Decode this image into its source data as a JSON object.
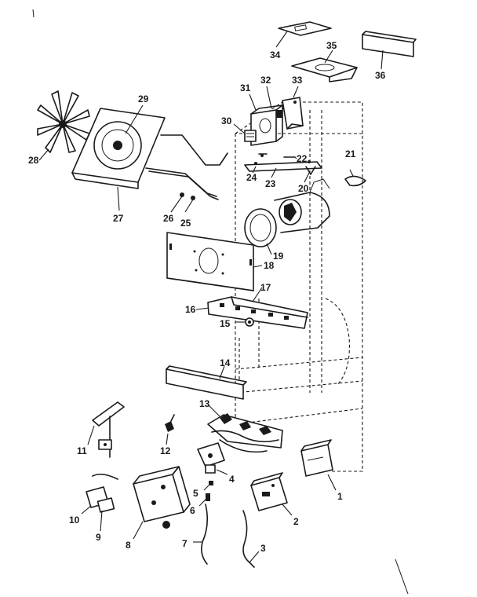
{
  "callouts": [
    {
      "id": "c1",
      "text": "1"
    },
    {
      "id": "c2",
      "text": "2"
    },
    {
      "id": "c3",
      "text": "3"
    },
    {
      "id": "c4",
      "text": "4"
    },
    {
      "id": "c5",
      "text": "5"
    },
    {
      "id": "c6",
      "text": "6"
    },
    {
      "id": "c7",
      "text": "7"
    },
    {
      "id": "c8",
      "text": "8"
    },
    {
      "id": "c9",
      "text": "9"
    },
    {
      "id": "c10",
      "text": "10"
    },
    {
      "id": "c11",
      "text": "11"
    },
    {
      "id": "c12",
      "text": "12"
    },
    {
      "id": "c13",
      "text": "13"
    },
    {
      "id": "c14",
      "text": "14"
    },
    {
      "id": "c15",
      "text": "15"
    },
    {
      "id": "c16",
      "text": "16"
    },
    {
      "id": "c17",
      "text": "17"
    },
    {
      "id": "c18",
      "text": "18"
    },
    {
      "id": "c19",
      "text": "19"
    },
    {
      "id": "c20",
      "text": "20"
    },
    {
      "id": "c21",
      "text": "21"
    },
    {
      "id": "c22",
      "text": "22"
    },
    {
      "id": "c23",
      "text": "23"
    },
    {
      "id": "c24",
      "text": "24"
    },
    {
      "id": "c25",
      "text": "25"
    },
    {
      "id": "c26",
      "text": "26"
    },
    {
      "id": "c27",
      "text": "27"
    },
    {
      "id": "c28",
      "text": "28"
    },
    {
      "id": "c29",
      "text": "29"
    },
    {
      "id": "c30",
      "text": "30"
    },
    {
      "id": "c31",
      "text": "31"
    },
    {
      "id": "c32",
      "text": "32"
    },
    {
      "id": "c33",
      "text": "33"
    },
    {
      "id": "c34",
      "text": "34"
    },
    {
      "id": "c35",
      "text": "35"
    },
    {
      "id": "c36",
      "text": "36"
    }
  ]
}
